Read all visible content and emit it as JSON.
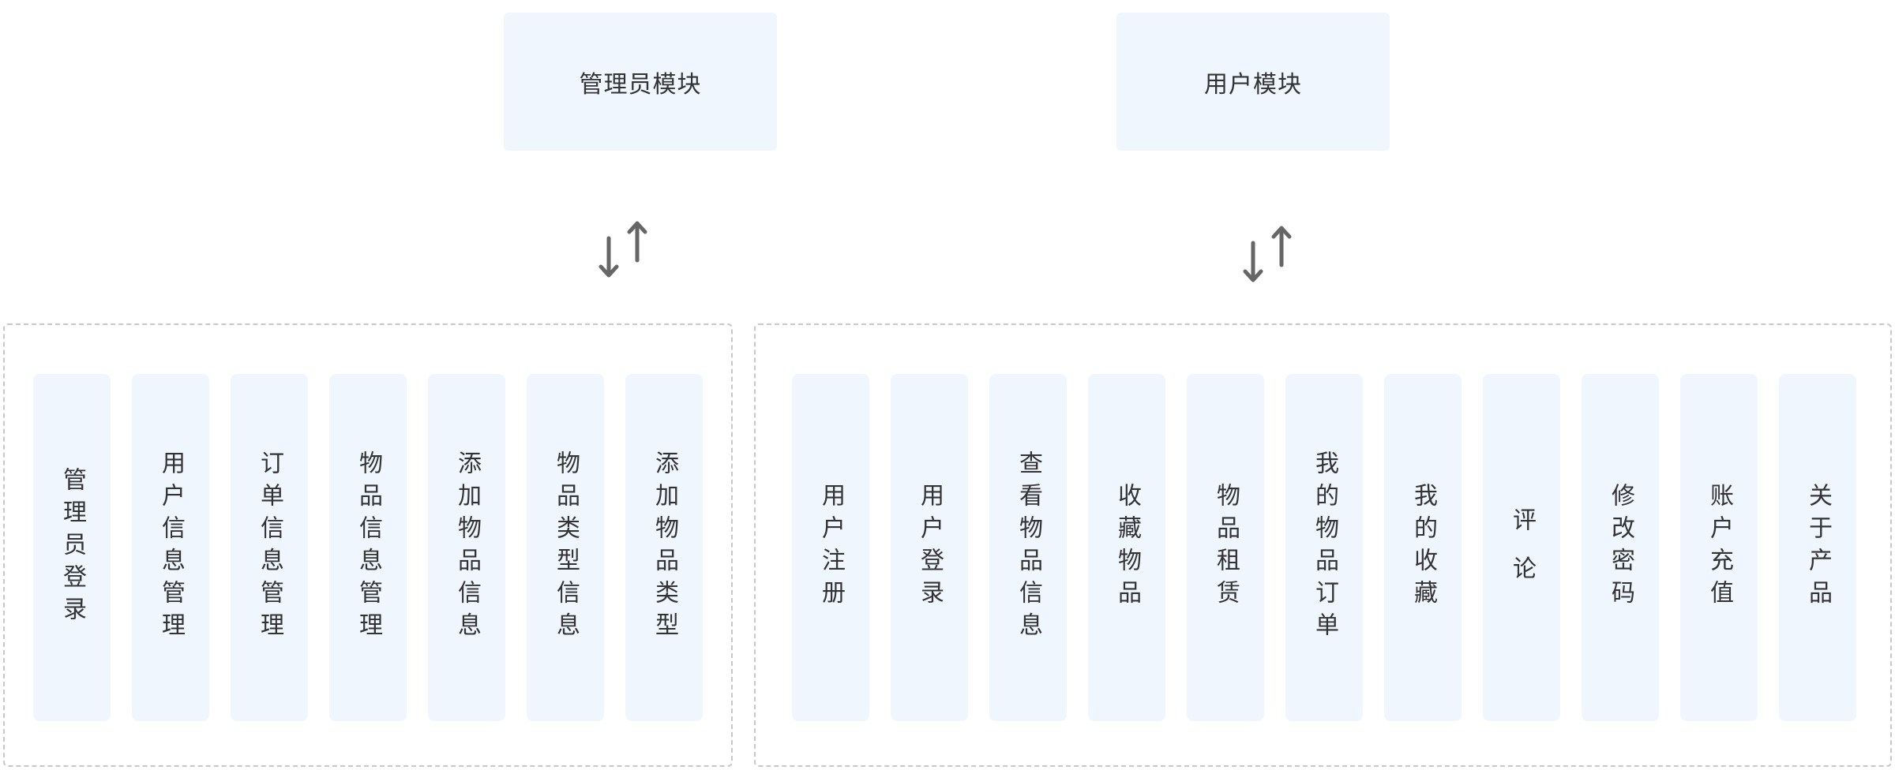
{
  "admin_module": {
    "title": "管理员模块",
    "features": [
      "管理员登录",
      "用户信息管理",
      "订单信息管理",
      "物品信息管理",
      "添加物品信息",
      "物品类型信息",
      "添加物品类型"
    ]
  },
  "user_module": {
    "title": "用户模块",
    "features": [
      "用户注册",
      "用户登录",
      "查看物品信息",
      "收藏物品",
      "物品租赁",
      "我的物品订单",
      "我的收藏",
      "评 论",
      "修改密码",
      "账户充值",
      "关于产品"
    ]
  },
  "colors": {
    "box_fill": "#eff6fe",
    "dashed_border": "#c8c8c8",
    "arrow": "#666666",
    "text": "#333333"
  },
  "icons": {
    "link_arrows": "bidirectional-arrows-icon"
  }
}
